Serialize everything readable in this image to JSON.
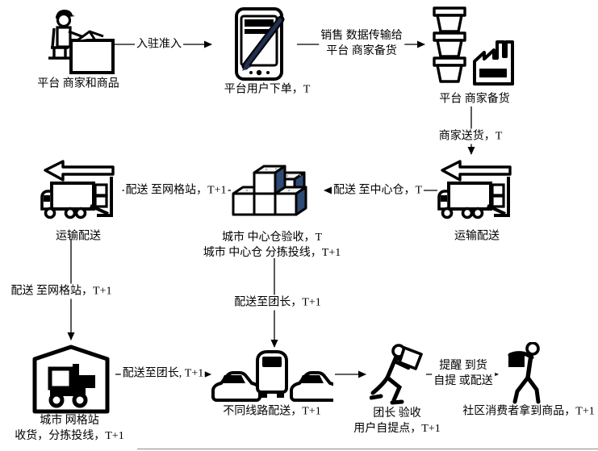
{
  "diagram_title": "community-group-buy-logistics-flow",
  "nodes": {
    "merchant": {
      "label": "平台 商家和商品"
    },
    "order": {
      "label": "平台用户下单，T"
    },
    "stocking": {
      "label": "平台 商家备货"
    },
    "transport_right": {
      "label": "运输配送"
    },
    "central": {
      "line1": "城市 中心仓验收，T",
      "line2": "城市 中心仓 分拣投线，T+1"
    },
    "transport_left": {
      "label": "运输配送"
    },
    "grid": {
      "line1": "城市 网格站",
      "line2": "收货，分拣投线，T+1"
    },
    "routes": {
      "label": "不同线路配送，T+1"
    },
    "leader": {
      "line1": "团长 验收",
      "line2": "用户自提点，T+1"
    },
    "consumer": {
      "label": "社区消费者拿到商品，T+1"
    }
  },
  "edges": {
    "entry": {
      "label": "入驻准入"
    },
    "sales": {
      "line1": "销售 数据传输给",
      "line2": "平台 商家备货"
    },
    "merchant_delivery": {
      "label": "商家送货，T"
    },
    "to_central": {
      "label": "配送 至中心仓，T"
    },
    "to_grid_h": {
      "label": "配送 至网格站，T+1"
    },
    "to_grid_v": {
      "label": "配送 至网格站，T+1"
    },
    "to_leader_v": {
      "label": "配送至团长，T+1"
    },
    "to_leader_h": {
      "label": "配送至团长, T+1"
    },
    "cars_to_leader": {
      "label": ""
    },
    "remind": {
      "line1": "提醒 到货",
      "line2": "自提 或配送"
    }
  },
  "icons": {
    "merchant": "person-at-desk-icon",
    "order": "phone-stylus-icon",
    "stocking": "bins-and-factory-icon",
    "transport": "truck-loading-icon",
    "central": "stacked-cubes-icon",
    "grid": "warehouse-forklift-icon",
    "routes": "cars-and-van-icon",
    "leader": "person-carrying-box-icon",
    "consumer": "person-walking-with-box-icon"
  },
  "colors": {
    "ink": "#000000",
    "cube_side": "#2E4B76",
    "cube_top": "#F4F4F2",
    "stylus": "#1F3050",
    "background": "#FFFFFF"
  }
}
